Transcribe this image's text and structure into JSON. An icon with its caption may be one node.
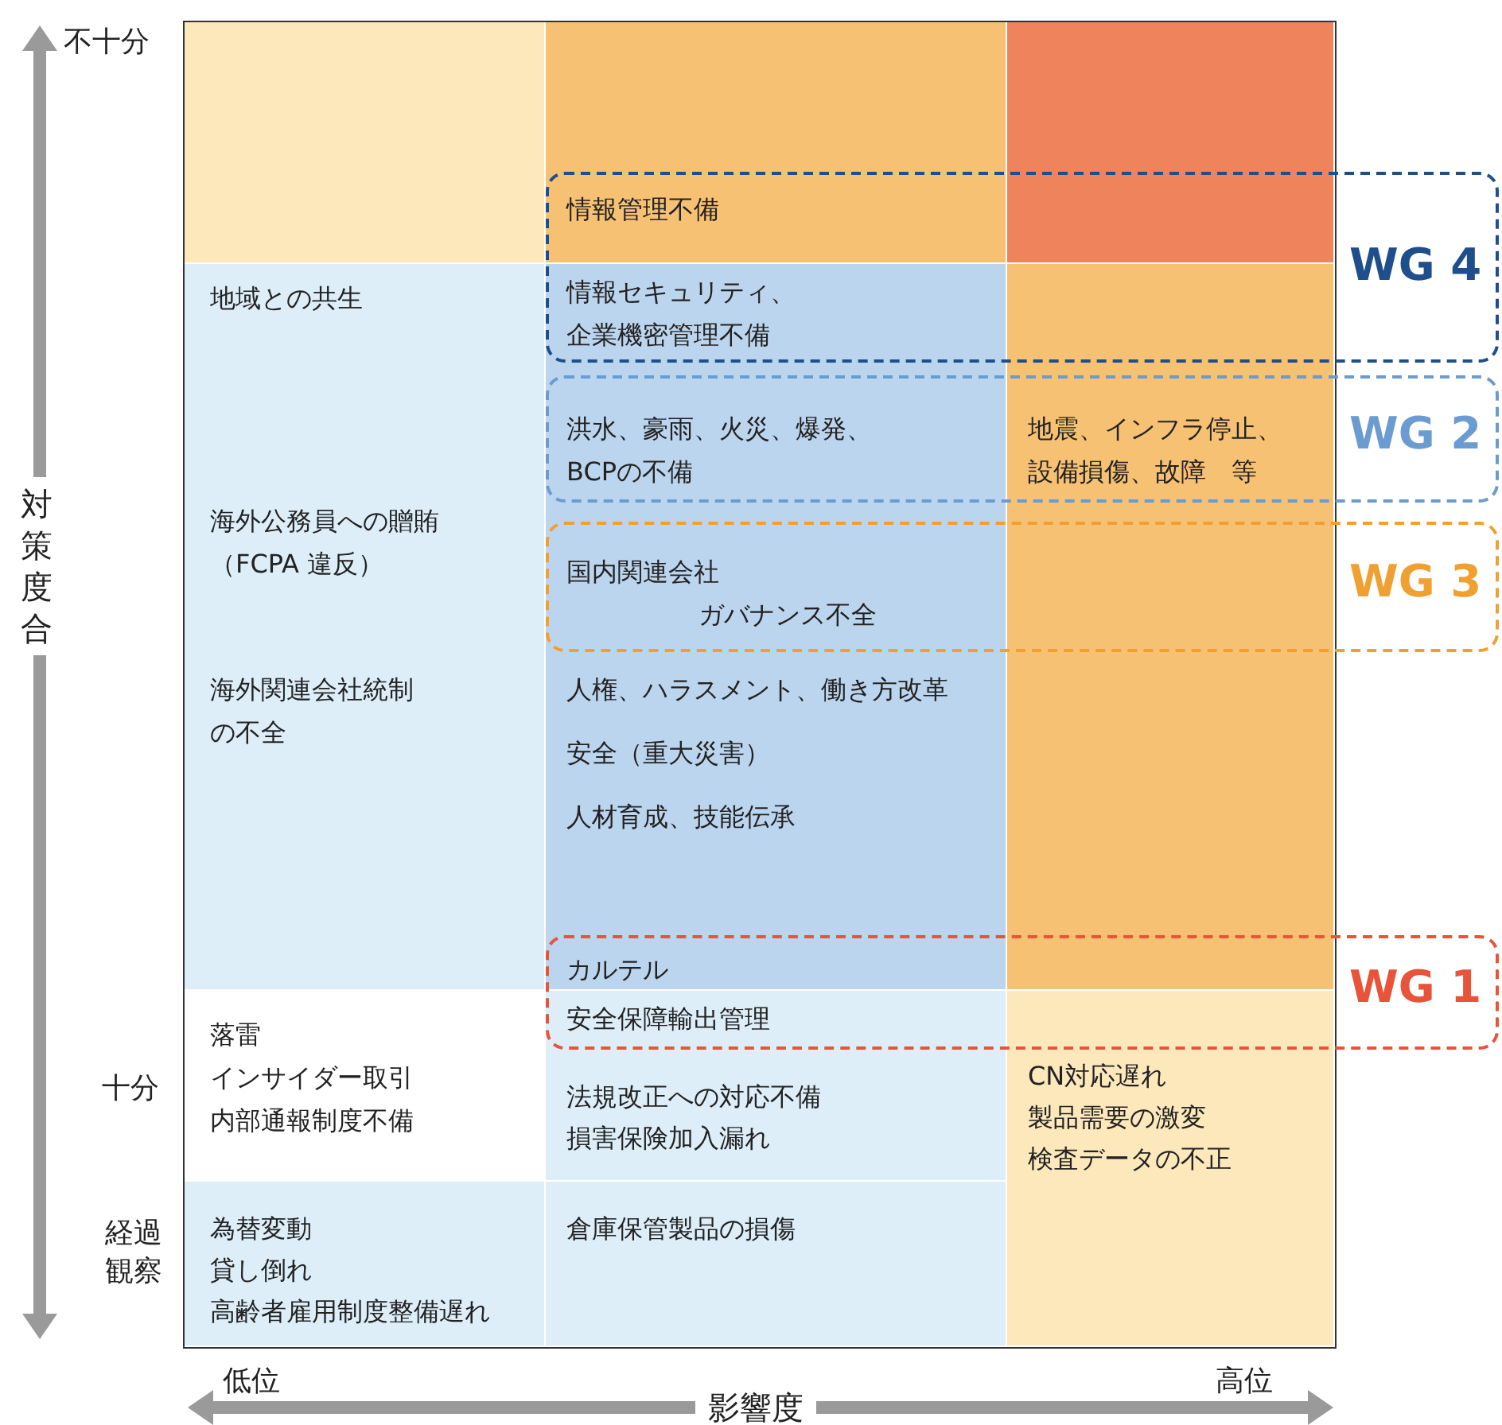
{
  "diagram": {
    "nodes": [
      {
        "text": [],
        "shape": "box"
      },
      {
        "text": [
          "情報管理不備"
        ]
      },
      {
        "text": [],
        "shape": "box"
      },
      {
        "text": [
          "地域との共生",
          "海外公務員への贈賄（FCPA 違反）",
          "海外関連会社統制の不全"
        ]
      },
      {
        "text": [
          "情報セキュリティ、企業機密管理不備",
          "洪水、豪雨、火災、爆発、BCPの不備",
          "国内関連会社ガバナンス不全",
          "人権、ハラスメント、働き方改革",
          "安全（重大災害）",
          "人材育成、技能伝承",
          "カルテル"
        ]
      },
      {
        "text": [
          "地震、インフラ停止、設備損傷、故障　等"
        ]
      },
      {
        "text": [
          "落雷",
          "インサイダー取引",
          "内部通報制度不備"
        ]
      },
      {
        "text": [
          "安全保障輸出管理",
          "法規改正への対応不備",
          "損害保険加入漏れ"
        ]
      },
      {
        "text": [
          "CN対応遅れ",
          "製品需要の激変",
          "検査データの不正"
        ]
      },
      {
        "text": [
          "為替変動",
          "貸し倒れ",
          "高齢者雇用制度整備遅れ"
        ]
      },
      {
        "text": [
          "倉庫保管製品の損傷"
        ]
      }
    ],
    "labels": [
      "不十分",
      "対策度合",
      "WG 4",
      "WG 2",
      "WG 3",
      "十分",
      "WG 1",
      "経過観察",
      "低位",
      "影響度",
      "高位"
    ]
  }
}
